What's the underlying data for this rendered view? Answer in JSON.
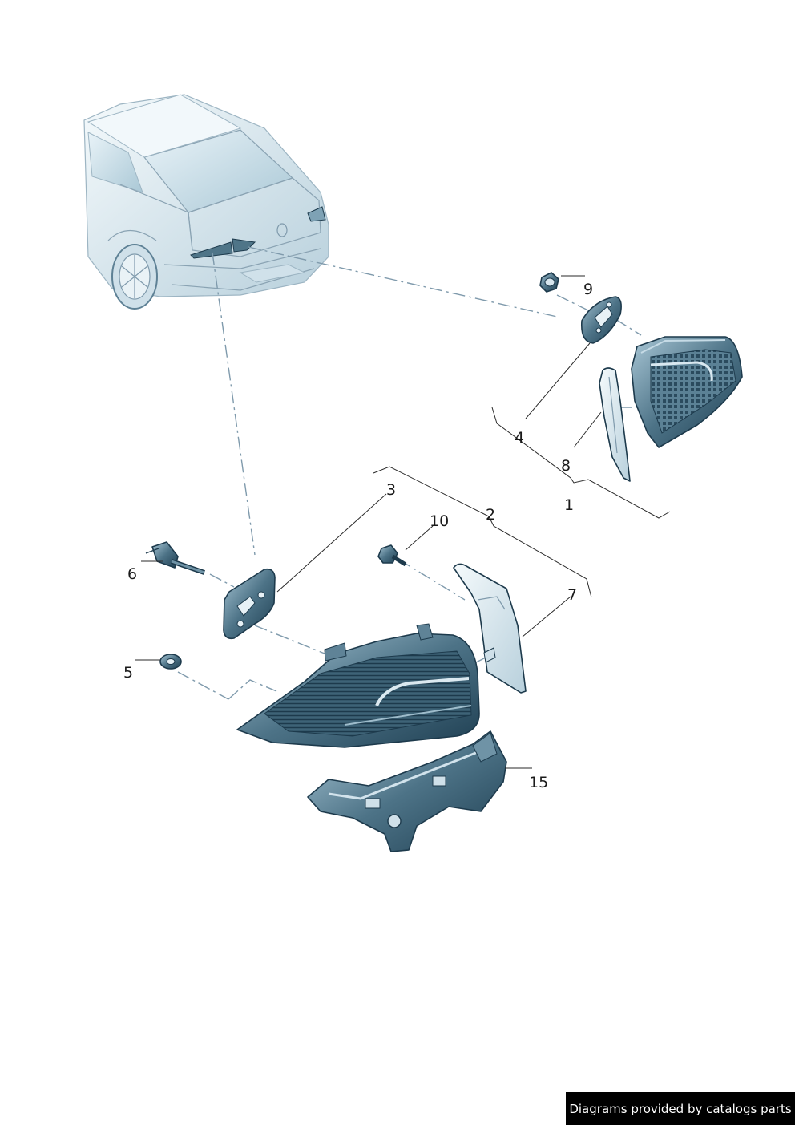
{
  "callouts": {
    "c1": "1",
    "c2": "2",
    "c3": "3",
    "c4": "4",
    "c5": "5",
    "c6": "6",
    "c7": "7",
    "c8": "8",
    "c9": "9",
    "c10": "10",
    "c15": "15"
  },
  "footer": {
    "credit": "Diagrams provided by catalogs parts"
  },
  "colors": {
    "part_fill_dark": "#2f5366",
    "part_fill_mid": "#5f8397",
    "part_fill_light": "#c9dde7",
    "car_fill": "#e6f0f5",
    "leader_line": "#2a2a2a",
    "dash_line": "#7f9aac"
  },
  "icons": [
    "car-rear-view",
    "tail-lamp-inner",
    "tail-lamp-outer",
    "gasket",
    "nut",
    "screw",
    "adjusting-screw",
    "washer",
    "trim-panel",
    "mounting-bracket"
  ]
}
